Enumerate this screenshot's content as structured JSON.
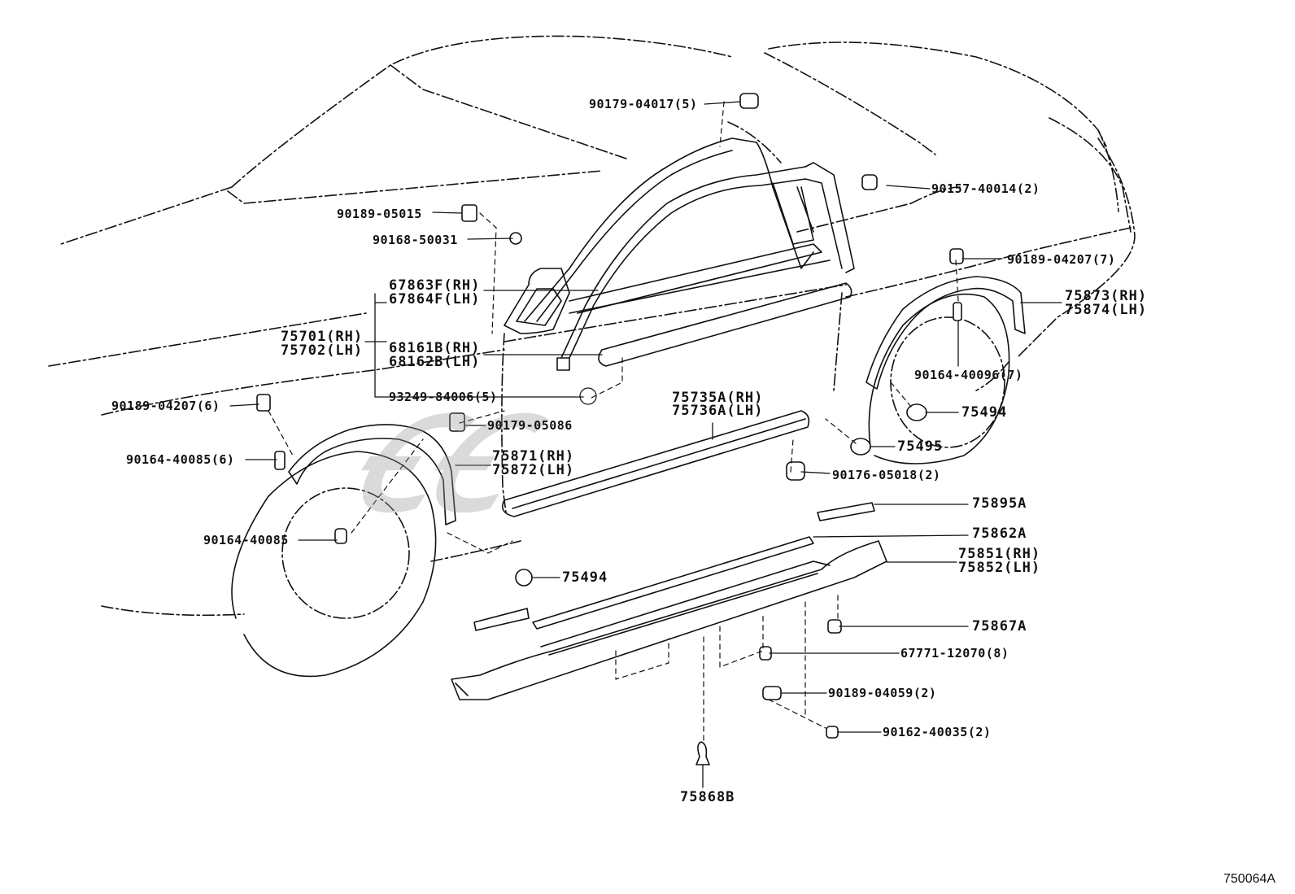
{
  "diagram_id": "750064A",
  "watermark_text": "ꞒꞒ",
  "parts": [
    {
      "id": "p1",
      "text": "90179-04017(5)"
    },
    {
      "id": "p2",
      "text": "90157-40014(2)"
    },
    {
      "id": "p3",
      "text": "90189-05015"
    },
    {
      "id": "p4",
      "text": "90168-50031"
    },
    {
      "id": "p5a",
      "text": "67863F(RH)"
    },
    {
      "id": "p5b",
      "text": "67864F(LH)"
    },
    {
      "id": "p6a",
      "text": "75701(RH)"
    },
    {
      "id": "p6b",
      "text": "75702(LH)"
    },
    {
      "id": "p7a",
      "text": "68161B(RH)"
    },
    {
      "id": "p7b",
      "text": "68162B(LH)"
    },
    {
      "id": "p8",
      "text": "93249-84006(5)"
    },
    {
      "id": "p9",
      "text": "90189-04207(6)"
    },
    {
      "id": "p10",
      "text": "90179-05086"
    },
    {
      "id": "p11a",
      "text": "75735A(RH)"
    },
    {
      "id": "p11b",
      "text": "75736A(LH)"
    },
    {
      "id": "p12",
      "text": "90164-40085(6)"
    },
    {
      "id": "p13a",
      "text": "75871(RH)"
    },
    {
      "id": "p13b",
      "text": "75872(LH)"
    },
    {
      "id": "p14",
      "text": "90164-40085"
    },
    {
      "id": "p15",
      "text": "75494"
    },
    {
      "id": "p16",
      "text": "90189-04207(7)"
    },
    {
      "id": "p17a",
      "text": "75873(RH)"
    },
    {
      "id": "p17b",
      "text": "75874(LH)"
    },
    {
      "id": "p18",
      "text": "90164-40096(7)"
    },
    {
      "id": "p19",
      "text": "75494"
    },
    {
      "id": "p20",
      "text": "75495"
    },
    {
      "id": "p21",
      "text": "90176-05018(2)"
    },
    {
      "id": "p22",
      "text": "75895A"
    },
    {
      "id": "p23",
      "text": "75862A"
    },
    {
      "id": "p24a",
      "text": "75851(RH)"
    },
    {
      "id": "p24b",
      "text": "75852(LH)"
    },
    {
      "id": "p25",
      "text": "75867A"
    },
    {
      "id": "p26",
      "text": "67771-12070(8)"
    },
    {
      "id": "p27",
      "text": "90189-04059(2)"
    },
    {
      "id": "p28",
      "text": "90162-40035(2)"
    },
    {
      "id": "p29",
      "text": "75868B"
    }
  ]
}
